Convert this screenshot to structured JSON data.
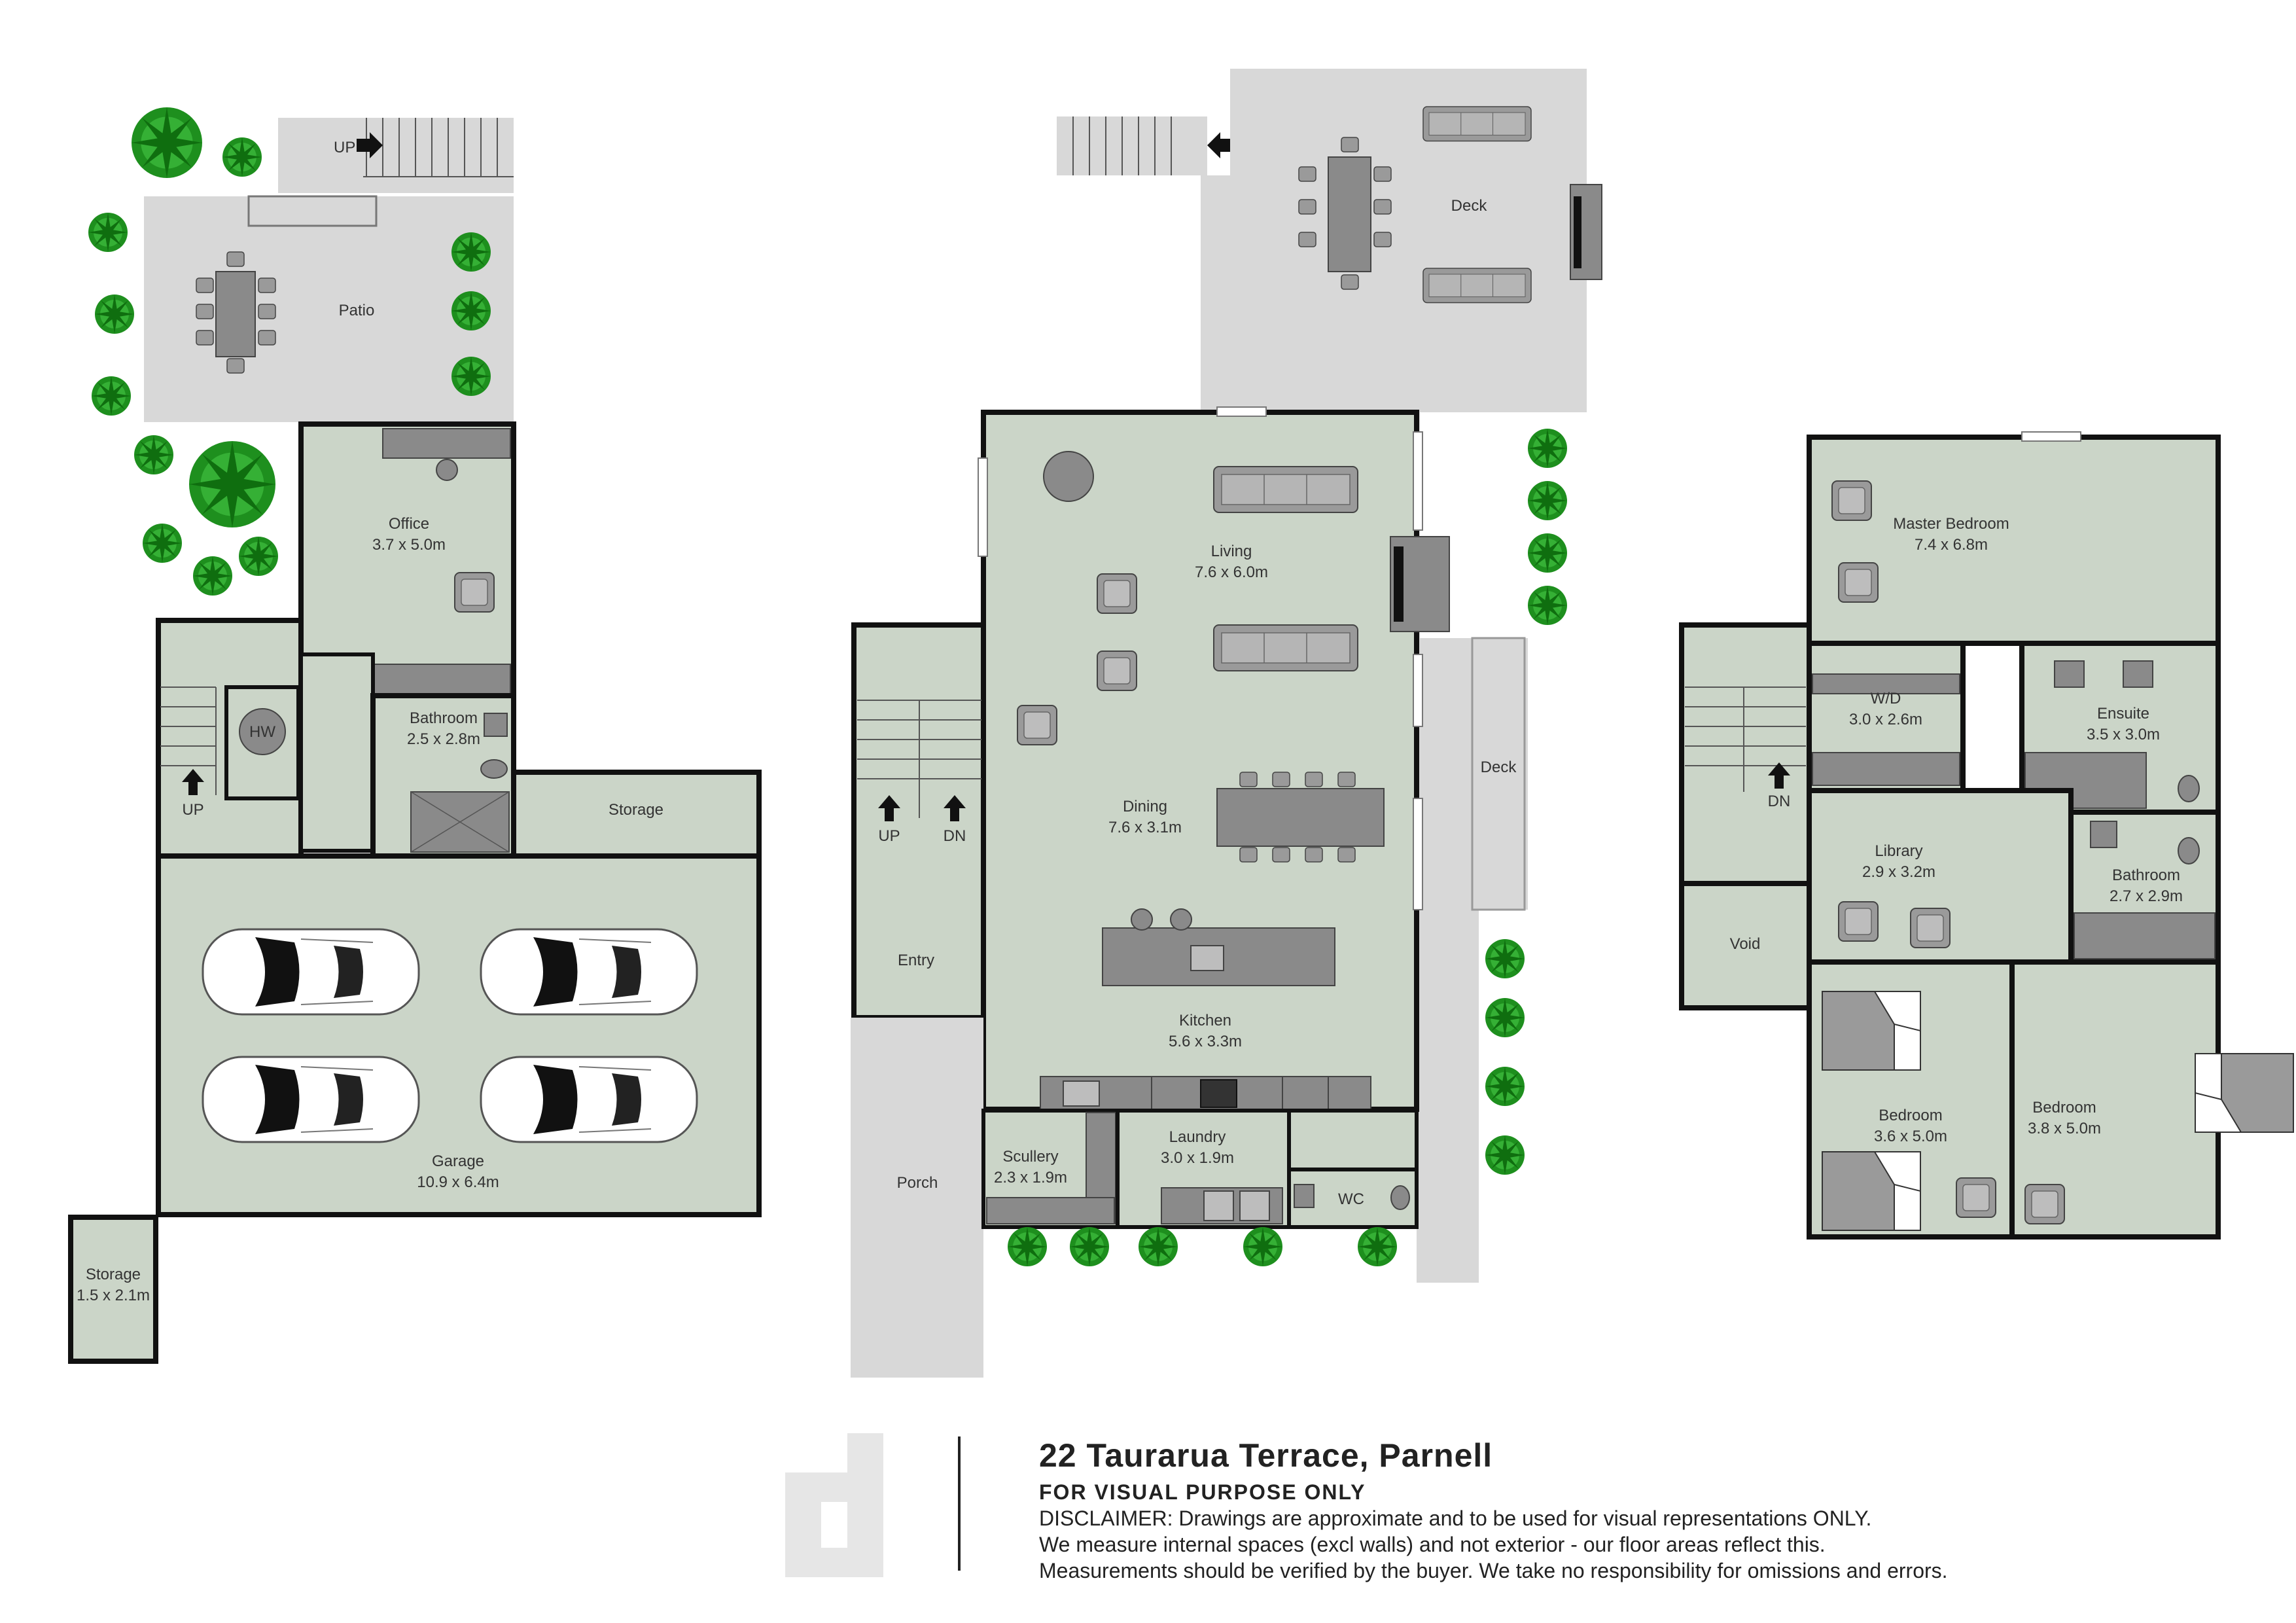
{
  "rooms": {
    "patio": {
      "name": "Patio"
    },
    "office": {
      "name": "Office",
      "dims": "3.7 x 5.0m"
    },
    "bathroom_lower": {
      "name": "Bathroom",
      "dims": "2.5 x 2.8m"
    },
    "hw": {
      "name": "HW"
    },
    "storage_lower": {
      "name": "Storage"
    },
    "garage": {
      "name": "Garage",
      "dims": "10.9 x 6.4m"
    },
    "storage_small": {
      "name": "Storage",
      "dims": "1.5 x 2.1m"
    },
    "deck_top": {
      "name": "Deck"
    },
    "deck_side": {
      "name": "Deck"
    },
    "living": {
      "name": "Living",
      "dims": "7.6 x 6.0m"
    },
    "dining": {
      "name": "Dining",
      "dims": "7.6 x 3.1m"
    },
    "entry": {
      "name": "Entry"
    },
    "kitchen": {
      "name": "Kitchen",
      "dims": "5.6 x 3.3m"
    },
    "porch": {
      "name": "Porch"
    },
    "scullery": {
      "name": "Scullery",
      "dims": "2.3 x 1.9m"
    },
    "laundry": {
      "name": "Laundry",
      "dims": "3.0 x 1.9m"
    },
    "wc": {
      "name": "WC"
    },
    "master": {
      "name": "Master Bedroom",
      "dims": "7.4 x 6.8m"
    },
    "wd": {
      "name": "W/D",
      "dims": "3.0 x 2.6m"
    },
    "ensuite": {
      "name": "Ensuite",
      "dims": "3.5 x 3.0m"
    },
    "library": {
      "name": "Library",
      "dims": "2.9 x 3.2m"
    },
    "bathroom_upper": {
      "name": "Bathroom",
      "dims": "2.7 x 2.9m"
    },
    "void": {
      "name": "Void"
    },
    "bedroom_left": {
      "name": "Bedroom",
      "dims": "3.6 x 5.0m"
    },
    "bedroom_right": {
      "name": "Bedroom",
      "dims": "3.8 x 5.0m"
    }
  },
  "stairs": {
    "up": "UP",
    "dn": "DN"
  },
  "footer": {
    "title": "22 Taurarua Terrace, Parnell",
    "subtitle": "FOR VISUAL PURPOSE ONLY",
    "disclaimer_1": "DISCLAIMER:  Drawings are approximate and to be used for visual representations ONLY.",
    "disclaimer_2": "We measure internal spaces (excl walls) and not exterior - our floor areas reflect this.",
    "disclaimer_3": "Measurements should be verified by the buyer. We take no responsibility for omissions and errors."
  },
  "colors": {
    "room": "#cbd5c8",
    "outdoor": "#d8d8d8",
    "wall": "#111111",
    "furniture": "#8a8a8a",
    "plant": "#2a9d2a"
  }
}
